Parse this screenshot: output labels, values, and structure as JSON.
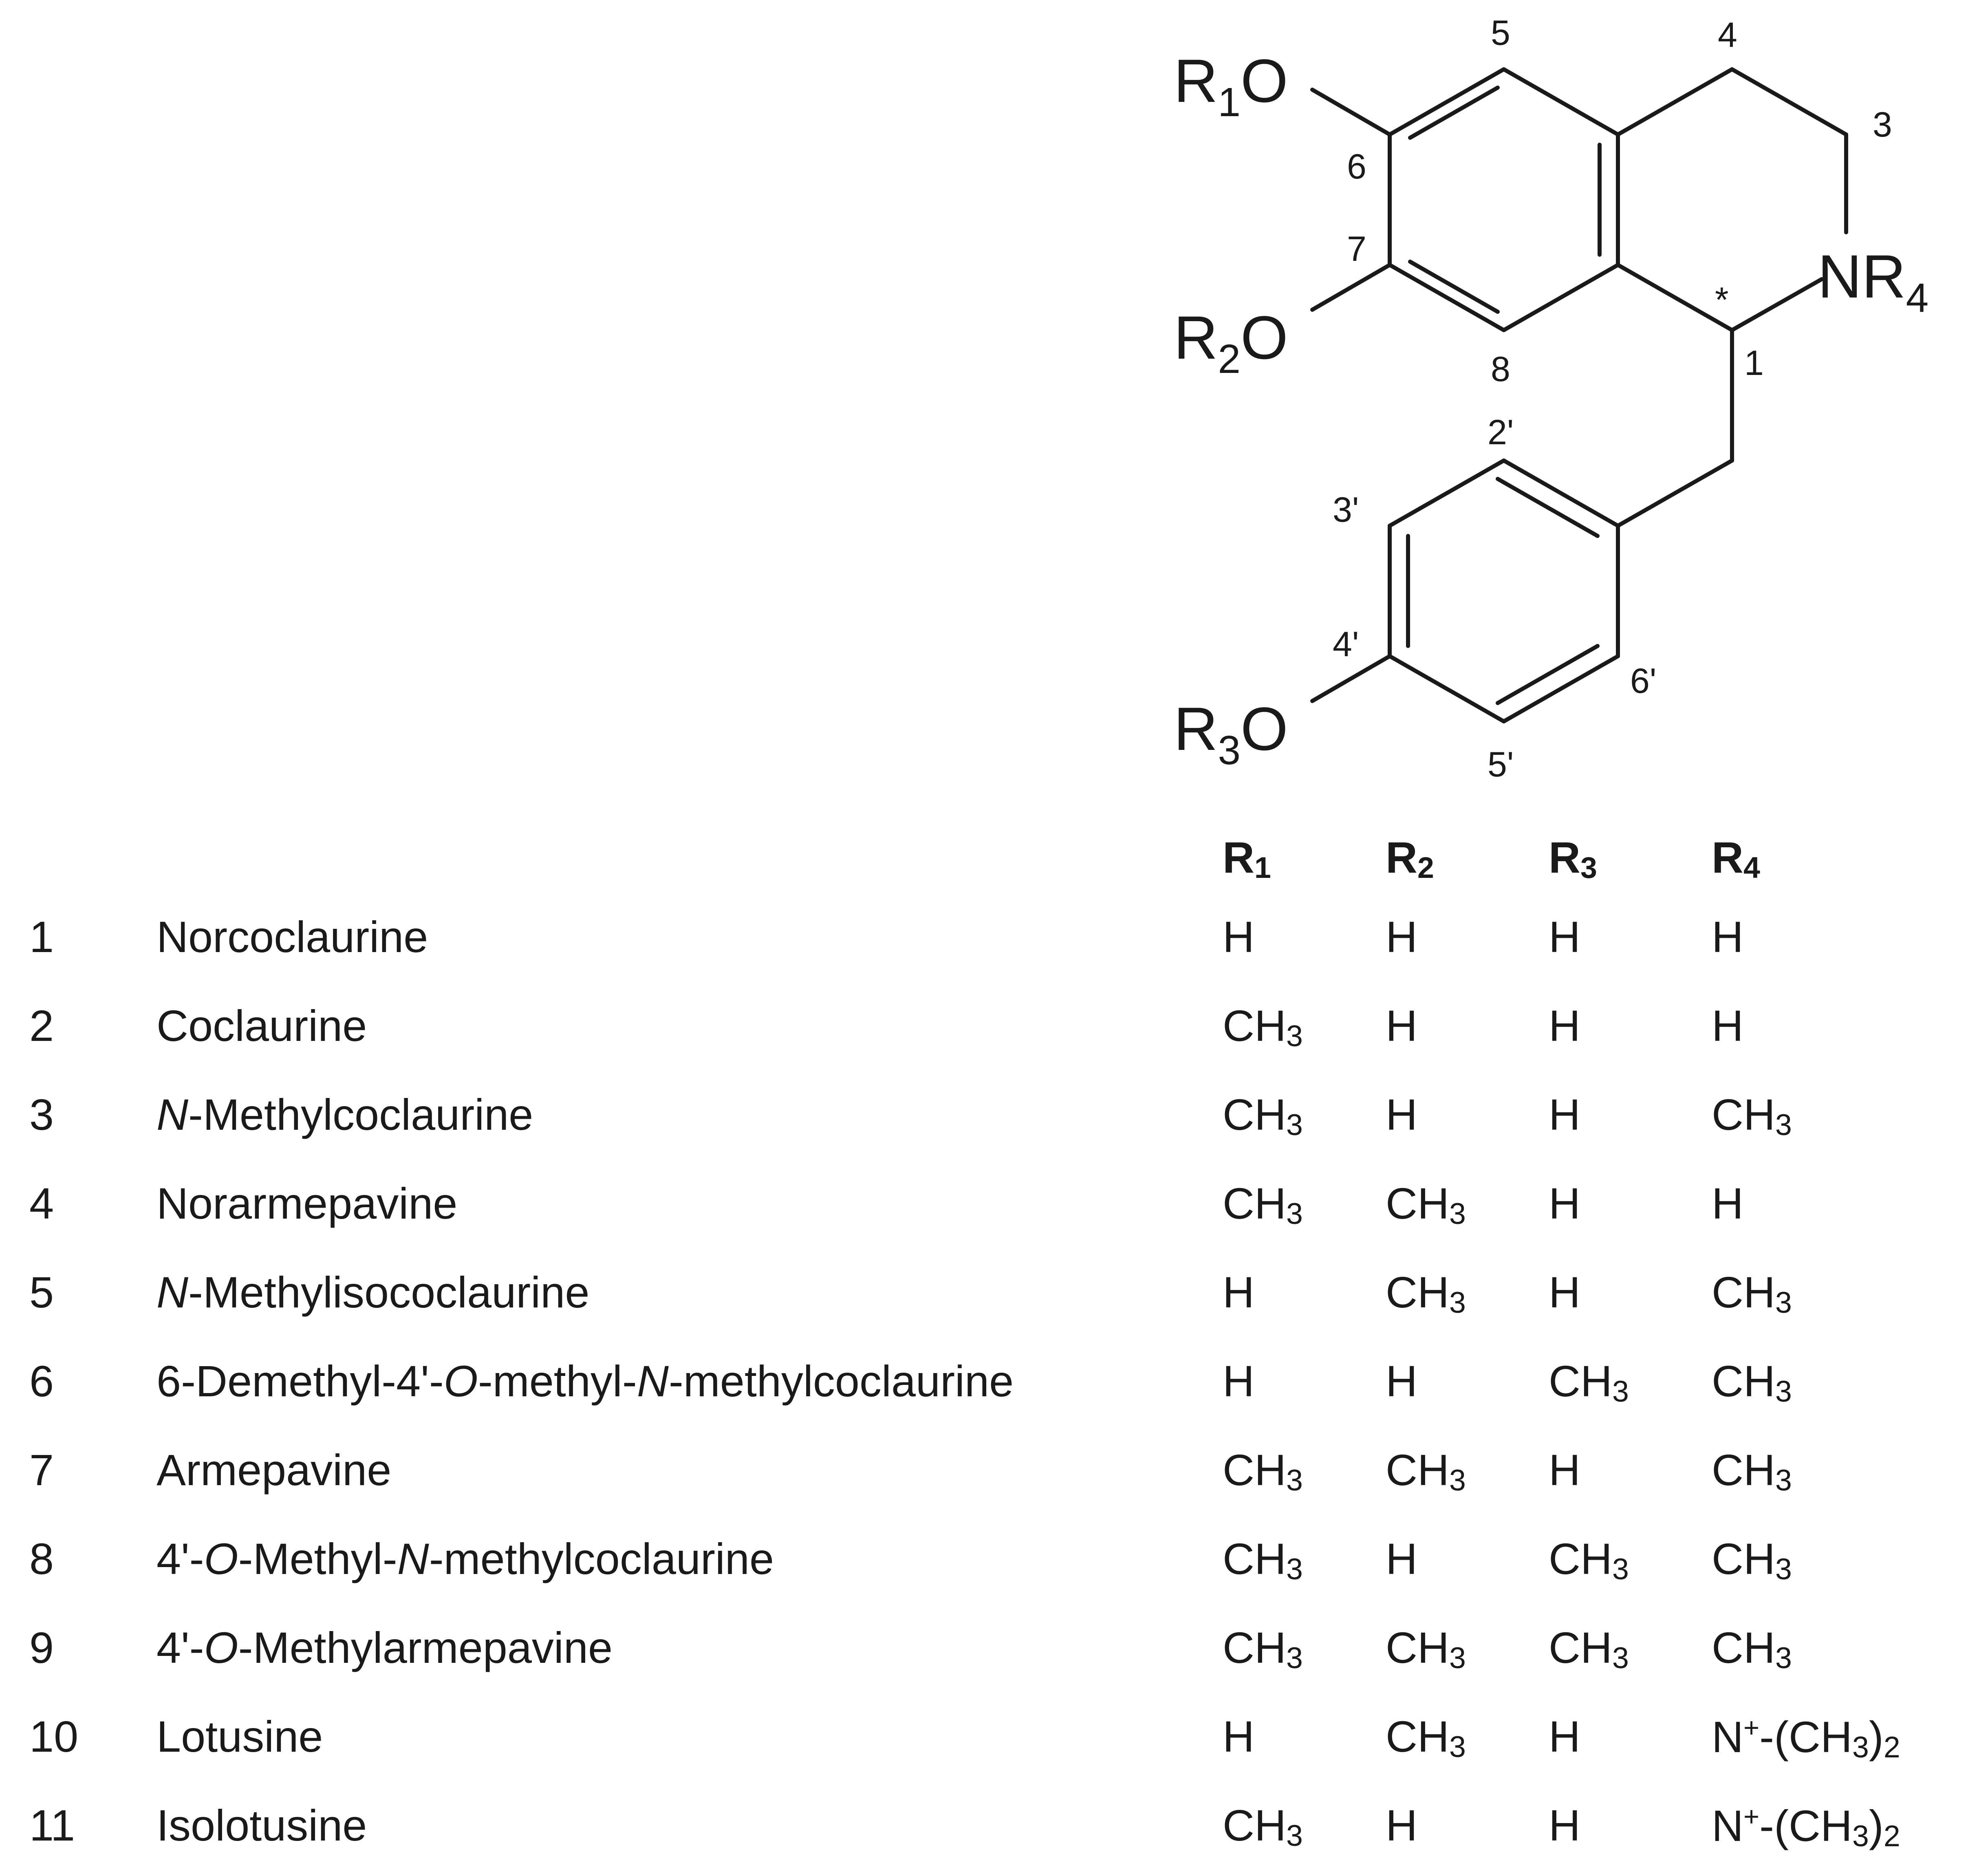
{
  "structure": {
    "substituents": {
      "r1o": "R1O",
      "r2o": "R2O",
      "r3o": "R3O",
      "nr4": "NR4"
    },
    "stereo_marker": "*",
    "position_labels": {
      "p1": "1",
      "p3": "3",
      "p4": "4",
      "p5": "5",
      "p6": "6",
      "p7": "7",
      "p8": "8",
      "p2p": "2'",
      "p3p": "3'",
      "p4p": "4'",
      "p5p": "5'",
      "p6p": "6'"
    }
  },
  "table": {
    "headers": [
      "R1",
      "R2",
      "R3",
      "R4"
    ],
    "rows": [
      {
        "num": "1",
        "name": "Norcoclaurine",
        "r1": "H",
        "r2": "H",
        "r3": "H",
        "r4": "H"
      },
      {
        "num": "2",
        "name": "Coclaurine",
        "r1": "CH3",
        "r2": "H",
        "r3": "H",
        "r4": "H"
      },
      {
        "num": "3",
        "name": "N-Methylcoclaurine",
        "r1": "CH3",
        "r2": "H",
        "r3": "H",
        "r4": "CH3"
      },
      {
        "num": "4",
        "name": "Norarmepavine",
        "r1": "CH3",
        "r2": "CH3",
        "r3": "H",
        "r4": "H"
      },
      {
        "num": "5",
        "name": "N-Methylisococlaurine",
        "r1": "H",
        "r2": "CH3",
        "r3": "H",
        "r4": "CH3"
      },
      {
        "num": "6",
        "name": "6-Demethyl-4'-O-methyl-N-methylcoclaurine",
        "r1": "H",
        "r2": "H",
        "r3": "CH3",
        "r4": "CH3"
      },
      {
        "num": "7",
        "name": "Armepavine",
        "r1": "CH3",
        "r2": "CH3",
        "r3": "H",
        "r4": "CH3"
      },
      {
        "num": "8",
        "name": "4'-O-Methyl-N-methylcoclaurine",
        "r1": "CH3",
        "r2": "H",
        "r3": "CH3",
        "r4": "CH3"
      },
      {
        "num": "9",
        "name": "4'-O-Methylarmepavine",
        "r1": "CH3",
        "r2": "CH3",
        "r3": "CH3",
        "r4": "CH3"
      },
      {
        "num": "10",
        "name": "Lotusine",
        "r1": "H",
        "r2": "CH3",
        "r3": "H",
        "r4": "N+-(CH3)2"
      },
      {
        "num": "11",
        "name": "Isolotusine",
        "r1": "CH3",
        "r2": "H",
        "r3": "H",
        "r4": "N+-(CH3)2"
      }
    ]
  }
}
